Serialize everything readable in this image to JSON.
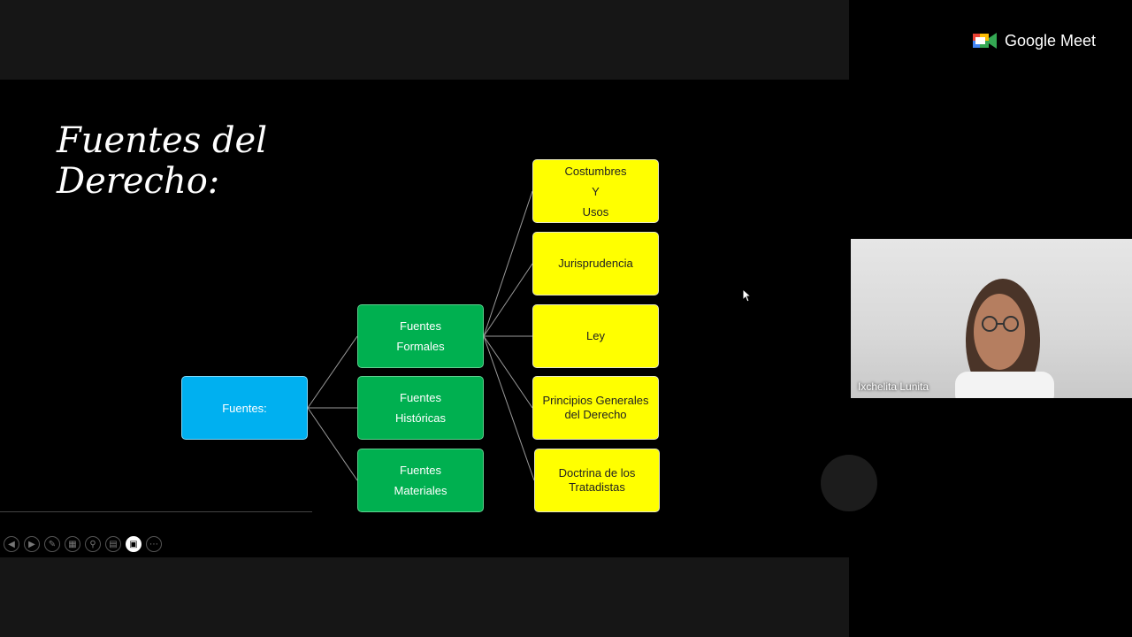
{
  "app": {
    "name": "Google Meet"
  },
  "slide": {
    "title": "Fuentes del\nDerecho:",
    "root": "Fuentes:",
    "branches": [
      "Fuentes\nFormales",
      "Fuentes\nHistóricas",
      "Fuentes\nMateriales"
    ],
    "leaves": [
      "Costumbres\nY\nUsos",
      "Jurisprudencia",
      "Ley",
      "Principios Generales\ndel Derecho",
      "Doctrina de los\nTratadistas"
    ]
  },
  "participant": {
    "name": "Ixchelita Lunita"
  },
  "presentation_toolbar": {
    "icons": [
      "previous-slide-icon",
      "next-slide-icon",
      "pen-icon",
      "slides-grid-icon",
      "zoom-icon",
      "subtitles-icon",
      "camera-icon",
      "more-options-icon"
    ]
  },
  "colors": {
    "root": "#00b0f0",
    "branch": "#00b050",
    "leaf": "#ffff00"
  }
}
